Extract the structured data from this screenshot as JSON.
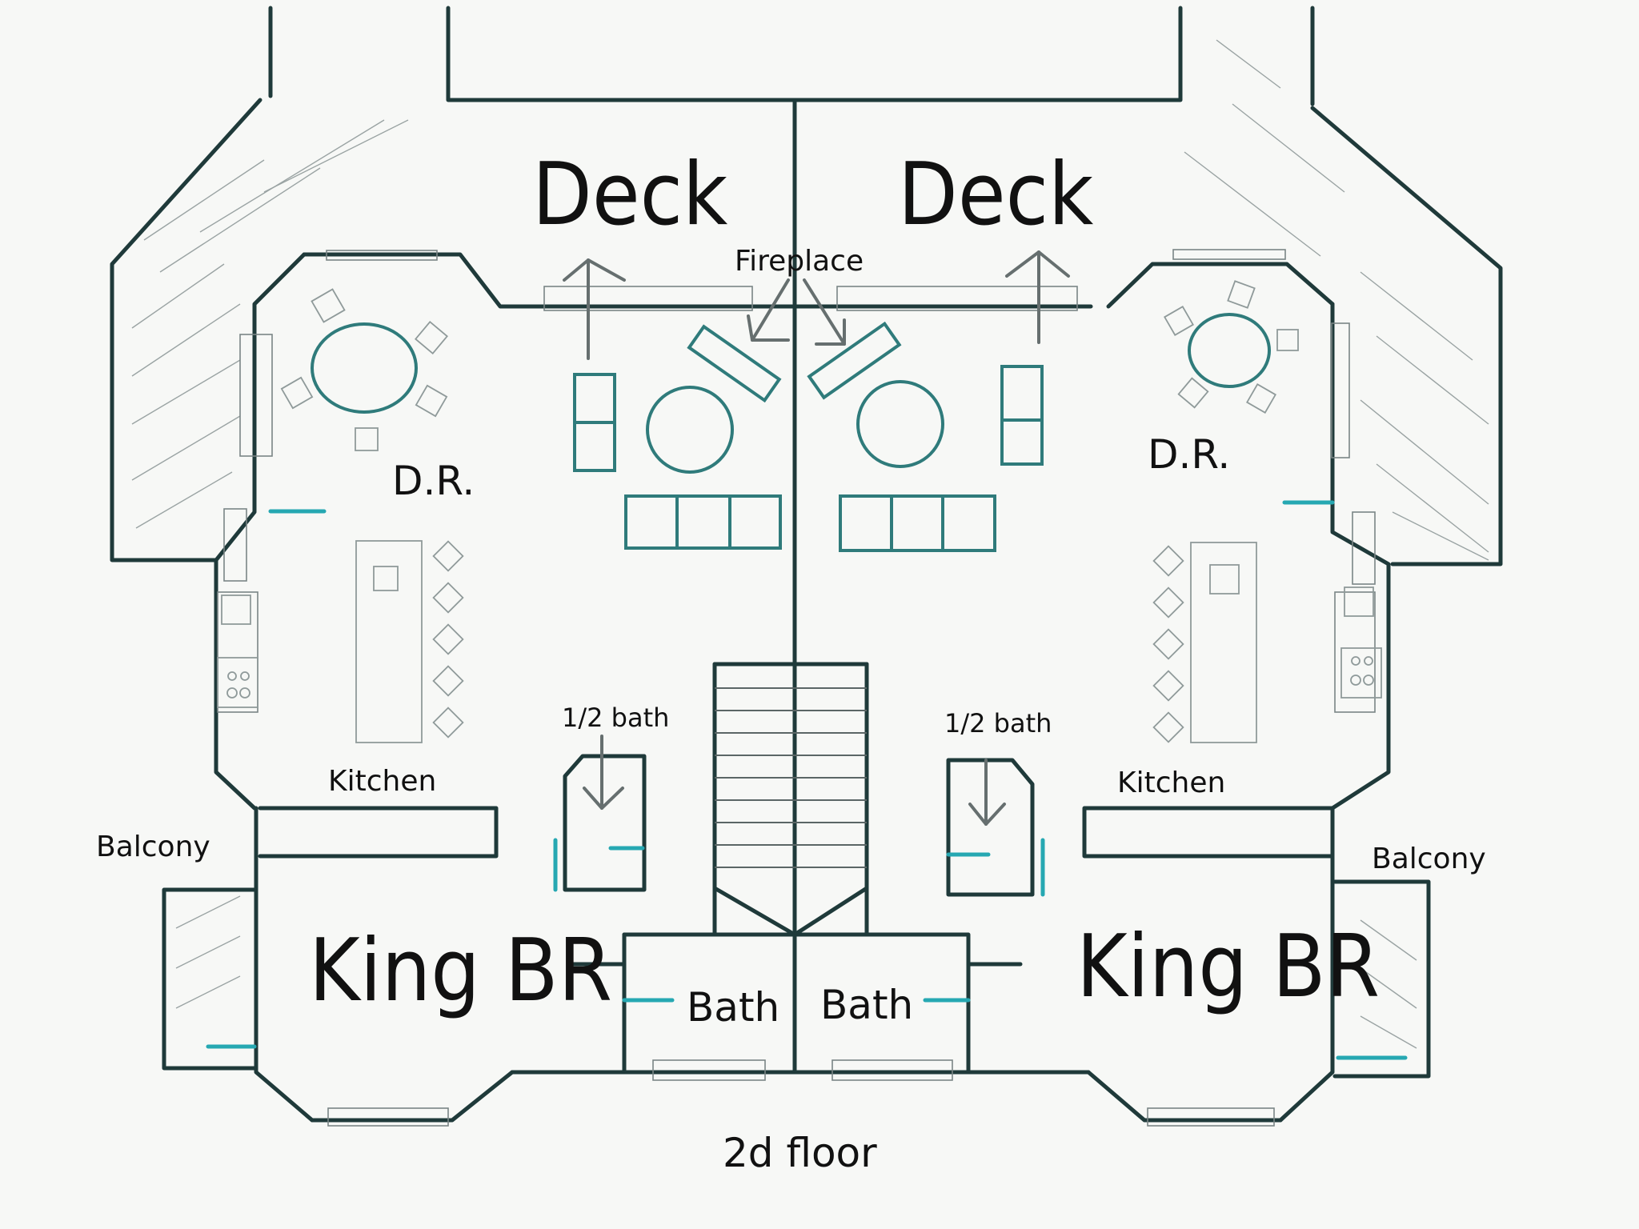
{
  "labels": {
    "deck_left": "Deck",
    "deck_right": "Deck",
    "fireplace": "Fireplace",
    "dr_left": "D.R.",
    "dr_right": "D.R.",
    "kitchen_left": "Kitchen",
    "kitchen_right": "Kitchen",
    "half_bath_left": "1/2 bath",
    "half_bath_right": "1/2 bath",
    "balcony_left": "Balcony",
    "balcony_right": "Balcony",
    "king_br_left": "King BR",
    "king_br_right": "King BR",
    "bath_left": "Bath",
    "bath_right": "Bath",
    "floor_caption": "2d floor"
  },
  "colors": {
    "wall": "#1f3a3a",
    "furniture": "#2f7b7b",
    "door_accent": "#26a8b2",
    "background": "#f7f8f6"
  }
}
